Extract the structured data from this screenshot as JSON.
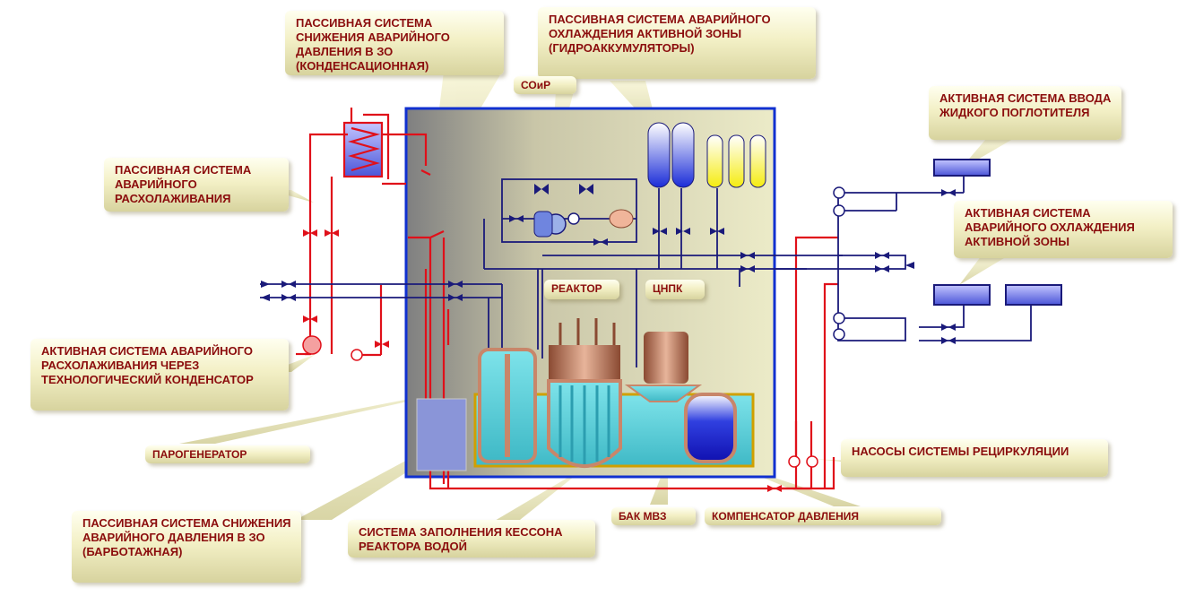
{
  "labels": {
    "passive_condensation": "ПАССИВНАЯ СИСТЕМА СНИЖЕНИЯ АВАРИЙНОГО ДАВЛЕНИЯ В ЗО (КОНДЕНСАЦИОННАЯ)",
    "passive_eccs": "ПАССИВНАЯ СИСТЕМА АВАРИЙНОГО ОХЛАЖДЕНИЯ АКТИВНОЙ ЗОНЫ (ГИДРОАККУМУЛЯТОРЫ)",
    "soir": "СОиР",
    "active_liquid_absorber": "АКТИВНАЯ СИСТЕМА ВВОДА ЖИДКОГО ПОГЛОТИТЕЛЯ",
    "passive_cooldown": "ПАССИВНАЯ СИСТЕМА АВАРИЙНОГО РАСХОЛАЖИВАНИЯ",
    "active_eccs": "АКТИВНАЯ СИСТЕМА АВАРИЙНОГО ОХЛАЖДЕНИЯ АКТИВНОЙ ЗОНЫ",
    "reactor": "РЕАКТОР",
    "mcp": "ЦНПК",
    "active_cooldown_condenser": "АКТИВНАЯ СИСТЕМА АВАРИЙНОГО РАСХОЛАЖИВАНИЯ ЧЕРЕЗ ТЕХНОЛОГИЧЕСКИЙ КОНДЕНСАТОР",
    "steam_generator": "ПАРОГЕНЕРАТОР",
    "recirculation_pumps": "НАСОСЫ СИСТЕМЫ РЕЦИРКУЛЯЦИИ",
    "passive_bubbling": "ПАССИВНАЯ СИСТЕМА СНИЖЕНИЯ АВАРИЙНОГО ДАВЛЕНИЯ В ЗО (БАРБОТАЖНАЯ)",
    "caisson_fill": "СИСТЕМА ЗАПОЛНЕНИЯ КЕССОНА РЕАКТОРА ВОДОЙ",
    "mvz_tank": "БАК МВЗ",
    "pressurizer": "КОМПЕНСАТОР ДАВЛЕНИЯ"
  },
  "colors": {
    "label_text": "#8b0d0d",
    "pipe_red": "#e0101a",
    "pipe_blue": "#1a1a7a",
    "containment": "#1030d0",
    "water": "#58d2dc",
    "copper": "#c8866a"
  }
}
